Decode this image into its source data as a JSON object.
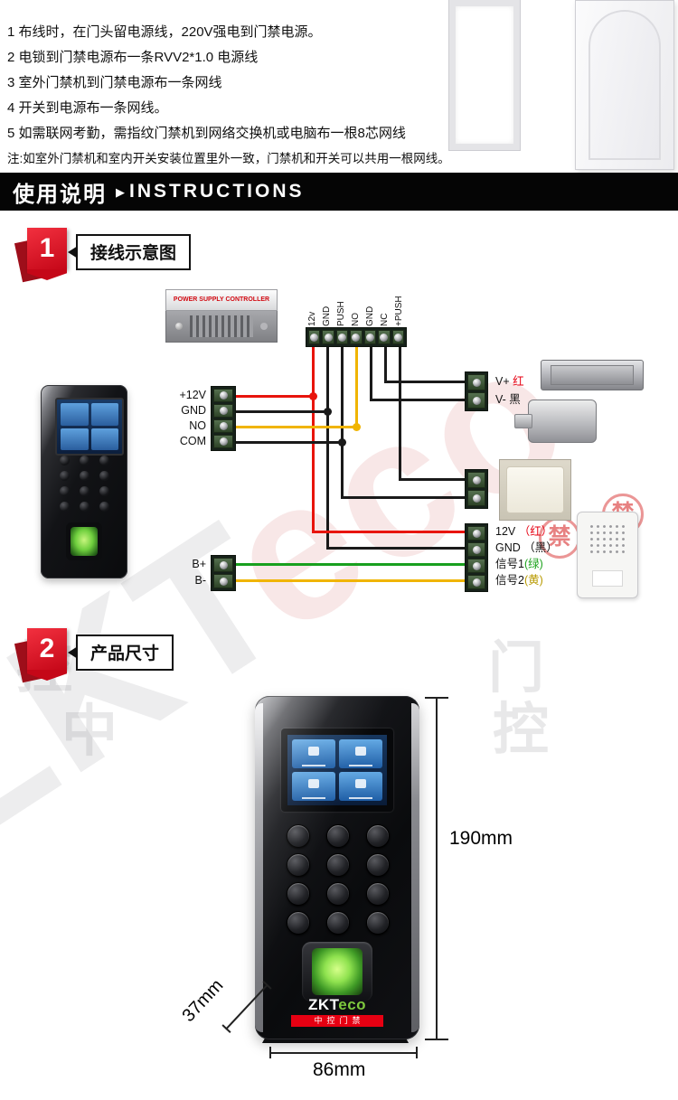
{
  "notes": {
    "lines": [
      "1  布线时，在门头留电源线，220V强电到门禁电源。",
      "2 电锁到门禁电源布一条RVV2*1.0 电源线",
      "3 室外门禁机到门禁电源布一条网线",
      "4 开关到电源布一条网线。",
      "5  如需联网考勤，需指纹门禁机到网络交换机或电脑布一根8芯网线",
      "注:如室外门禁机和室内开关安装位置里外一致，门禁机和开关可以共用一根网线。"
    ]
  },
  "banner": {
    "title_cn": "使用说明",
    "arrow": "▶",
    "title_en": "INSTRUCTIONS"
  },
  "sections": [
    {
      "number": "1",
      "title": "接线示意图"
    },
    {
      "number": "2",
      "title": "产品尺寸"
    }
  ],
  "wiring": {
    "psu_label": "POWER SUPPLY CONTROLLER",
    "terminals": [
      "12v",
      "GND",
      "PUSH",
      "NO",
      "GND",
      "NC",
      "+PUSH"
    ],
    "device_terminals": [
      "+12V",
      "GND",
      "NO",
      "COM"
    ],
    "b_terminals": [
      "B+",
      "B-"
    ],
    "lock_terminals": [
      {
        "label": "V+",
        "tag": "红"
      },
      {
        "label": "V-",
        "tag": "黑"
      }
    ],
    "bell_terminals": [
      {
        "label": "12V",
        "tag": "（红）"
      },
      {
        "label": "GND",
        "tag": "（黑）"
      },
      {
        "label": "信号1",
        "tag": "(绿)"
      },
      {
        "label": "信号2",
        "tag": "(黄)"
      }
    ],
    "wire_colors": {
      "red": "#e8140c",
      "black": "#1a1a1a",
      "yellow": "#f0b400",
      "green": "#18a01e"
    }
  },
  "product": {
    "dimensions": {
      "height": "190mm",
      "width": "86mm",
      "depth": "37mm"
    },
    "logo": {
      "zkt": "ZKT",
      "eco": "eco",
      "sub": "中控门禁"
    }
  },
  "watermark": {
    "brand_zkt": "ZKT",
    "brand_eco": "eco",
    "chars": [
      "中",
      "控",
      "门",
      "控"
    ],
    "stamp": "禁"
  },
  "colors": {
    "accent_red": "#c50718",
    "banner_bg": "#050505"
  }
}
